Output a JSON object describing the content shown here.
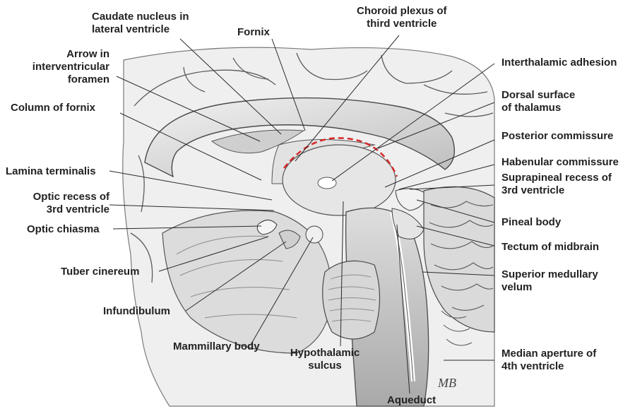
{
  "labels": {
    "caudate_nucleus": [
      "Caudate nucleus in",
      "lateral ventricle"
    ],
    "fornix": "Fornix",
    "choroid_plexus": [
      "Choroid plexus of",
      "third ventricle"
    ],
    "arrow_foramen": [
      "Arrow in",
      "interventricular",
      "foramen"
    ],
    "column_of_fornix": "Column of fornix",
    "lamina_terminalis": "Lamina terminalis",
    "optic_recess": [
      "Optic recess of",
      "3rd ventricle"
    ],
    "optic_chiasma": "Optic chiasma",
    "tuber_cinereum": "Tuber cinereum",
    "infundibulum": "Infundibulum",
    "mammillary_body": "Mammillary body",
    "hypothalamic_sulcus": [
      "Hypothalamic",
      "sulcus"
    ],
    "aqueduct": "Aqueduct",
    "interthalamic_adhesion": "Interthalamic adhesion",
    "dorsal_surface": [
      "Dorsal surface",
      "of thalamus"
    ],
    "posterior_commissure": "Posterior commissure",
    "habenular_commissure": "Habenular commissure",
    "suprapineal_recess": [
      "Suprapineal recess of",
      "3rd ventricle"
    ],
    "pineal_body": "Pineal body",
    "tectum": "Tectum of midbrain",
    "superior_medullary_velum": [
      "Superior medullary",
      "velum"
    ],
    "median_aperture": [
      "Median aperture of",
      "4th ventricle"
    ]
  },
  "signature": "MB",
  "colors": {
    "leader_line": "#2b2b2b",
    "dashed_curve": "#d62828",
    "tissue_light": "#e9e9e9",
    "tissue_mid": "#c9c9c9",
    "tissue_dark": "#8f8f8f",
    "outline": "#3a3a3a"
  }
}
